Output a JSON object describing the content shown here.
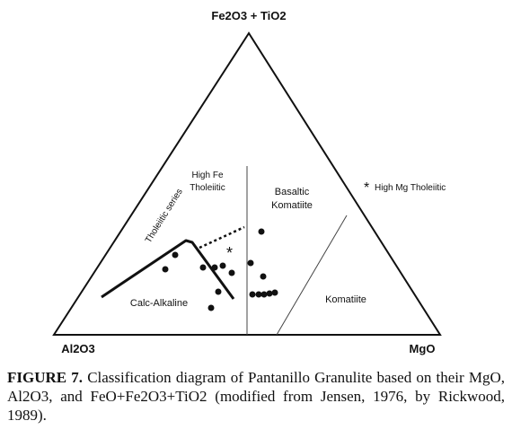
{
  "apex_labels": {
    "top": "Fe2O3 + TiO2",
    "left": "Al2O3",
    "right": "MgO"
  },
  "field_labels": {
    "tholeiitic_series": "Tholeiitic series",
    "high_fe_line1": "High Fe",
    "high_fe_line2": "Tholeiitic",
    "basaltic_line1": "Basaltic",
    "basaltic_line2": "Komatiite",
    "high_mg": "High Mg Tholeiitic",
    "high_mg_symbol": "*",
    "calc_alkaline": "Calc-Alkaline",
    "komatiite": "Komatiite",
    "sample_symbol": "*"
  },
  "caption": {
    "label": "FIGURE 7.",
    "text": "Classification diagram of Pantanillo Granulite based on their MgO, Al2O3, and FeO+Fe2O3+TiO2 (modified from Jensen, 1976, by Rickwood, 1989)."
  }
}
